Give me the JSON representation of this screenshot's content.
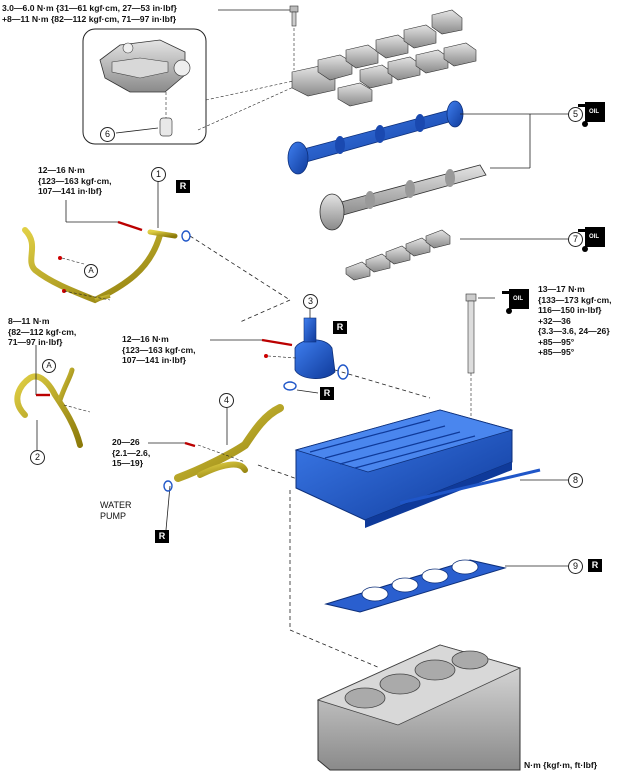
{
  "torque": {
    "t1": [
      "3.0—6.0 N·m {31—61 kgf·cm, 27—53 in·lbf}",
      "+8—11 N·m {82—112 kgf·cm, 71—97 in·lbf}"
    ],
    "t2": [
      "12—16 N·m",
      "{123—163 kgf·cm,",
      "107—141 in·lbf}"
    ],
    "t3": [
      "8—11 N·m",
      "{82—112 kgf·cm,",
      "71—97 in·lbf}"
    ],
    "t4": [
      "12—16 N·m",
      "{123—163 kgf·cm,",
      "107—141 in·lbf}"
    ],
    "t5": [
      "20—26",
      "{2.1—2.6,",
      "15—19}"
    ],
    "t6": [
      "13—17 N·m",
      "{133—173 kgf·cm,",
      "116—150 in·lbf}",
      "+32—36",
      "{3.3—3.6, 24—26}",
      "+85—95°",
      "+85—95°"
    ]
  },
  "callouts": [
    "1",
    "2",
    "3",
    "4",
    "5",
    "6",
    "7",
    "8",
    "9"
  ],
  "marker_a": "A",
  "replace_badge": "R",
  "oil_label": "OIL",
  "water_pump": [
    "WATER",
    "PUMP"
  ],
  "units": "N·m {kgf·m, ft·lbf}",
  "colors": {
    "blue_part": "#1f56c8",
    "yellow_part": "#b8a21a",
    "gray_part": "#a8a8a8",
    "line": "#222222"
  }
}
